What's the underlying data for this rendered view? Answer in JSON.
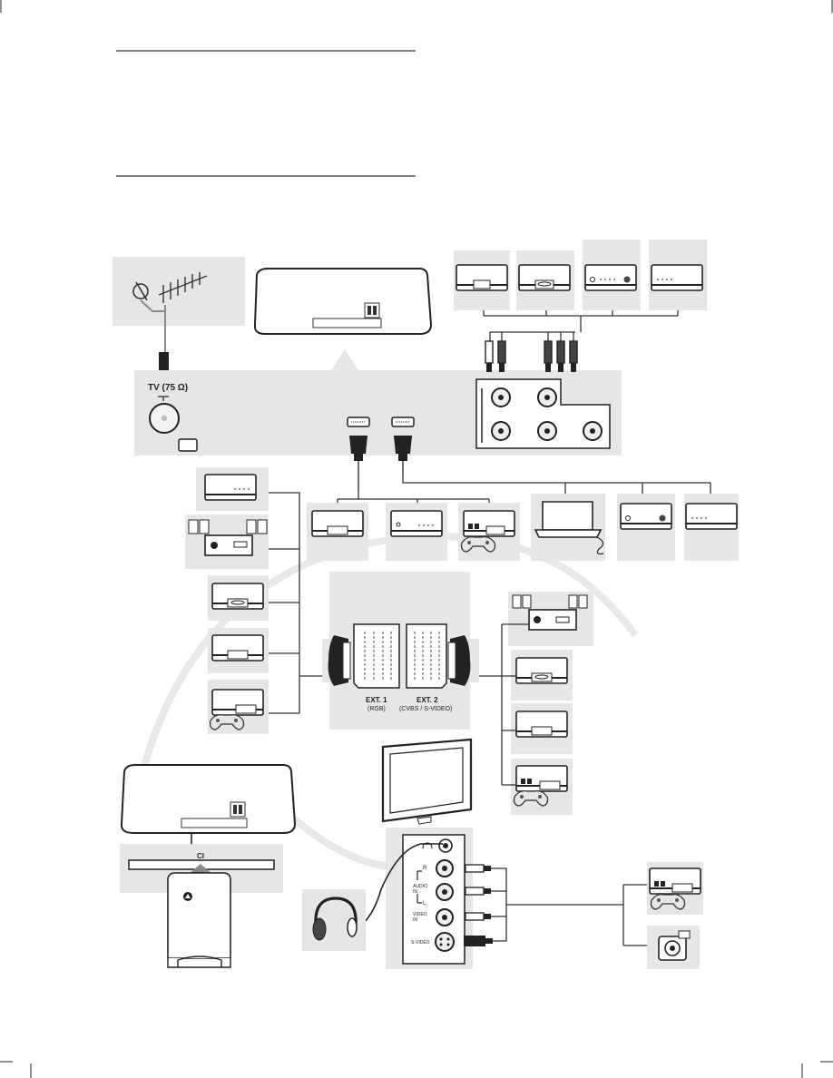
{
  "antenna_panel": {
    "tv_input_label": "TV (75 Ω)"
  },
  "scart_panel": {
    "ext1_label": "EXT. 1",
    "ext1_sub": "(RGB)",
    "ext2_label": "EXT. 2",
    "ext2_sub": "(CVBS / S-VIDEO)"
  },
  "ci_panel": {
    "slot_label": "CI"
  },
  "side_panel": {
    "audio_r": "R",
    "audio_in": "AUDIO\nIN",
    "audio_l": "L",
    "video_in": "VIDEO\nIN",
    "svideo": "S-VIDEO"
  },
  "colors": {
    "panel": "#e8e8e8",
    "line": "#333333",
    "device": "#ffffff"
  }
}
